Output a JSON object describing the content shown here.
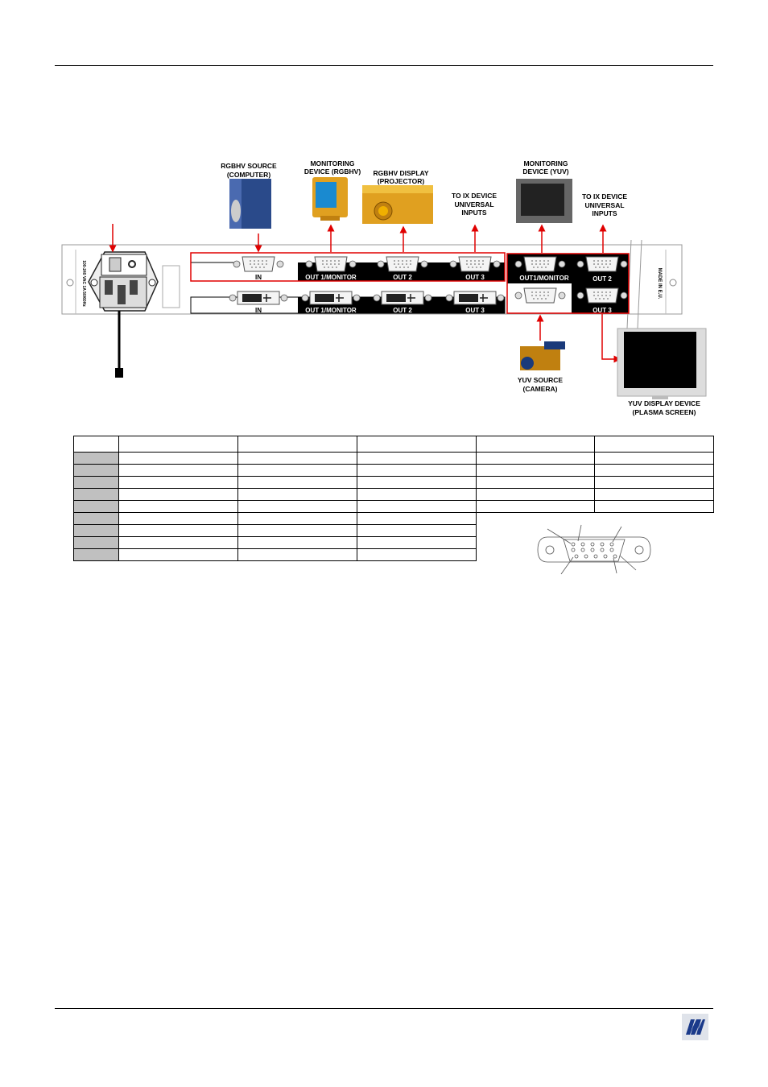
{
  "diagram": {
    "labels": {
      "rgbhv_source": [
        "RGBHV SOURCE",
        "(COMPUTER)"
      ],
      "monitoring_rgbhv": [
        "MONITORING",
        "DEVICE (RGBHV)"
      ],
      "rgbhv_display": [
        "RGBHV DISPLAY",
        "(PROJECTOR)"
      ],
      "to_ix_1": [
        "TO IX DEVICE",
        "UNIVERSAL",
        "INPUTS"
      ],
      "monitoring_yuv": [
        "MONITORING",
        "DEVICE (YUV)"
      ],
      "to_ix_2": [
        "TO IX DEVICE",
        "UNIVERSAL",
        "INPUTS"
      ],
      "yuv_source": [
        "YUV SOURCE",
        "(CAMERA)"
      ],
      "yuv_display": [
        "YUV DISPLAY DEVICE",
        "(PLASMA SCREEN)"
      ]
    },
    "ports": {
      "vga_row": [
        "IN",
        "OUT 1/MONITOR",
        "OUT 2",
        "OUT 3"
      ],
      "dvi_row": [
        "IN",
        "OUT 1/MONITOR",
        "OUT 2",
        "OUT 3"
      ],
      "yuv_block": [
        "OUT1/MONITOR",
        "OUT 2",
        "OUT 3"
      ]
    },
    "panel_text": {
      "power_rating": "100-240 VAC 1A 50/60Hz",
      "made_in": "MADE IN E.U."
    },
    "accent_color": "#e00000"
  }
}
